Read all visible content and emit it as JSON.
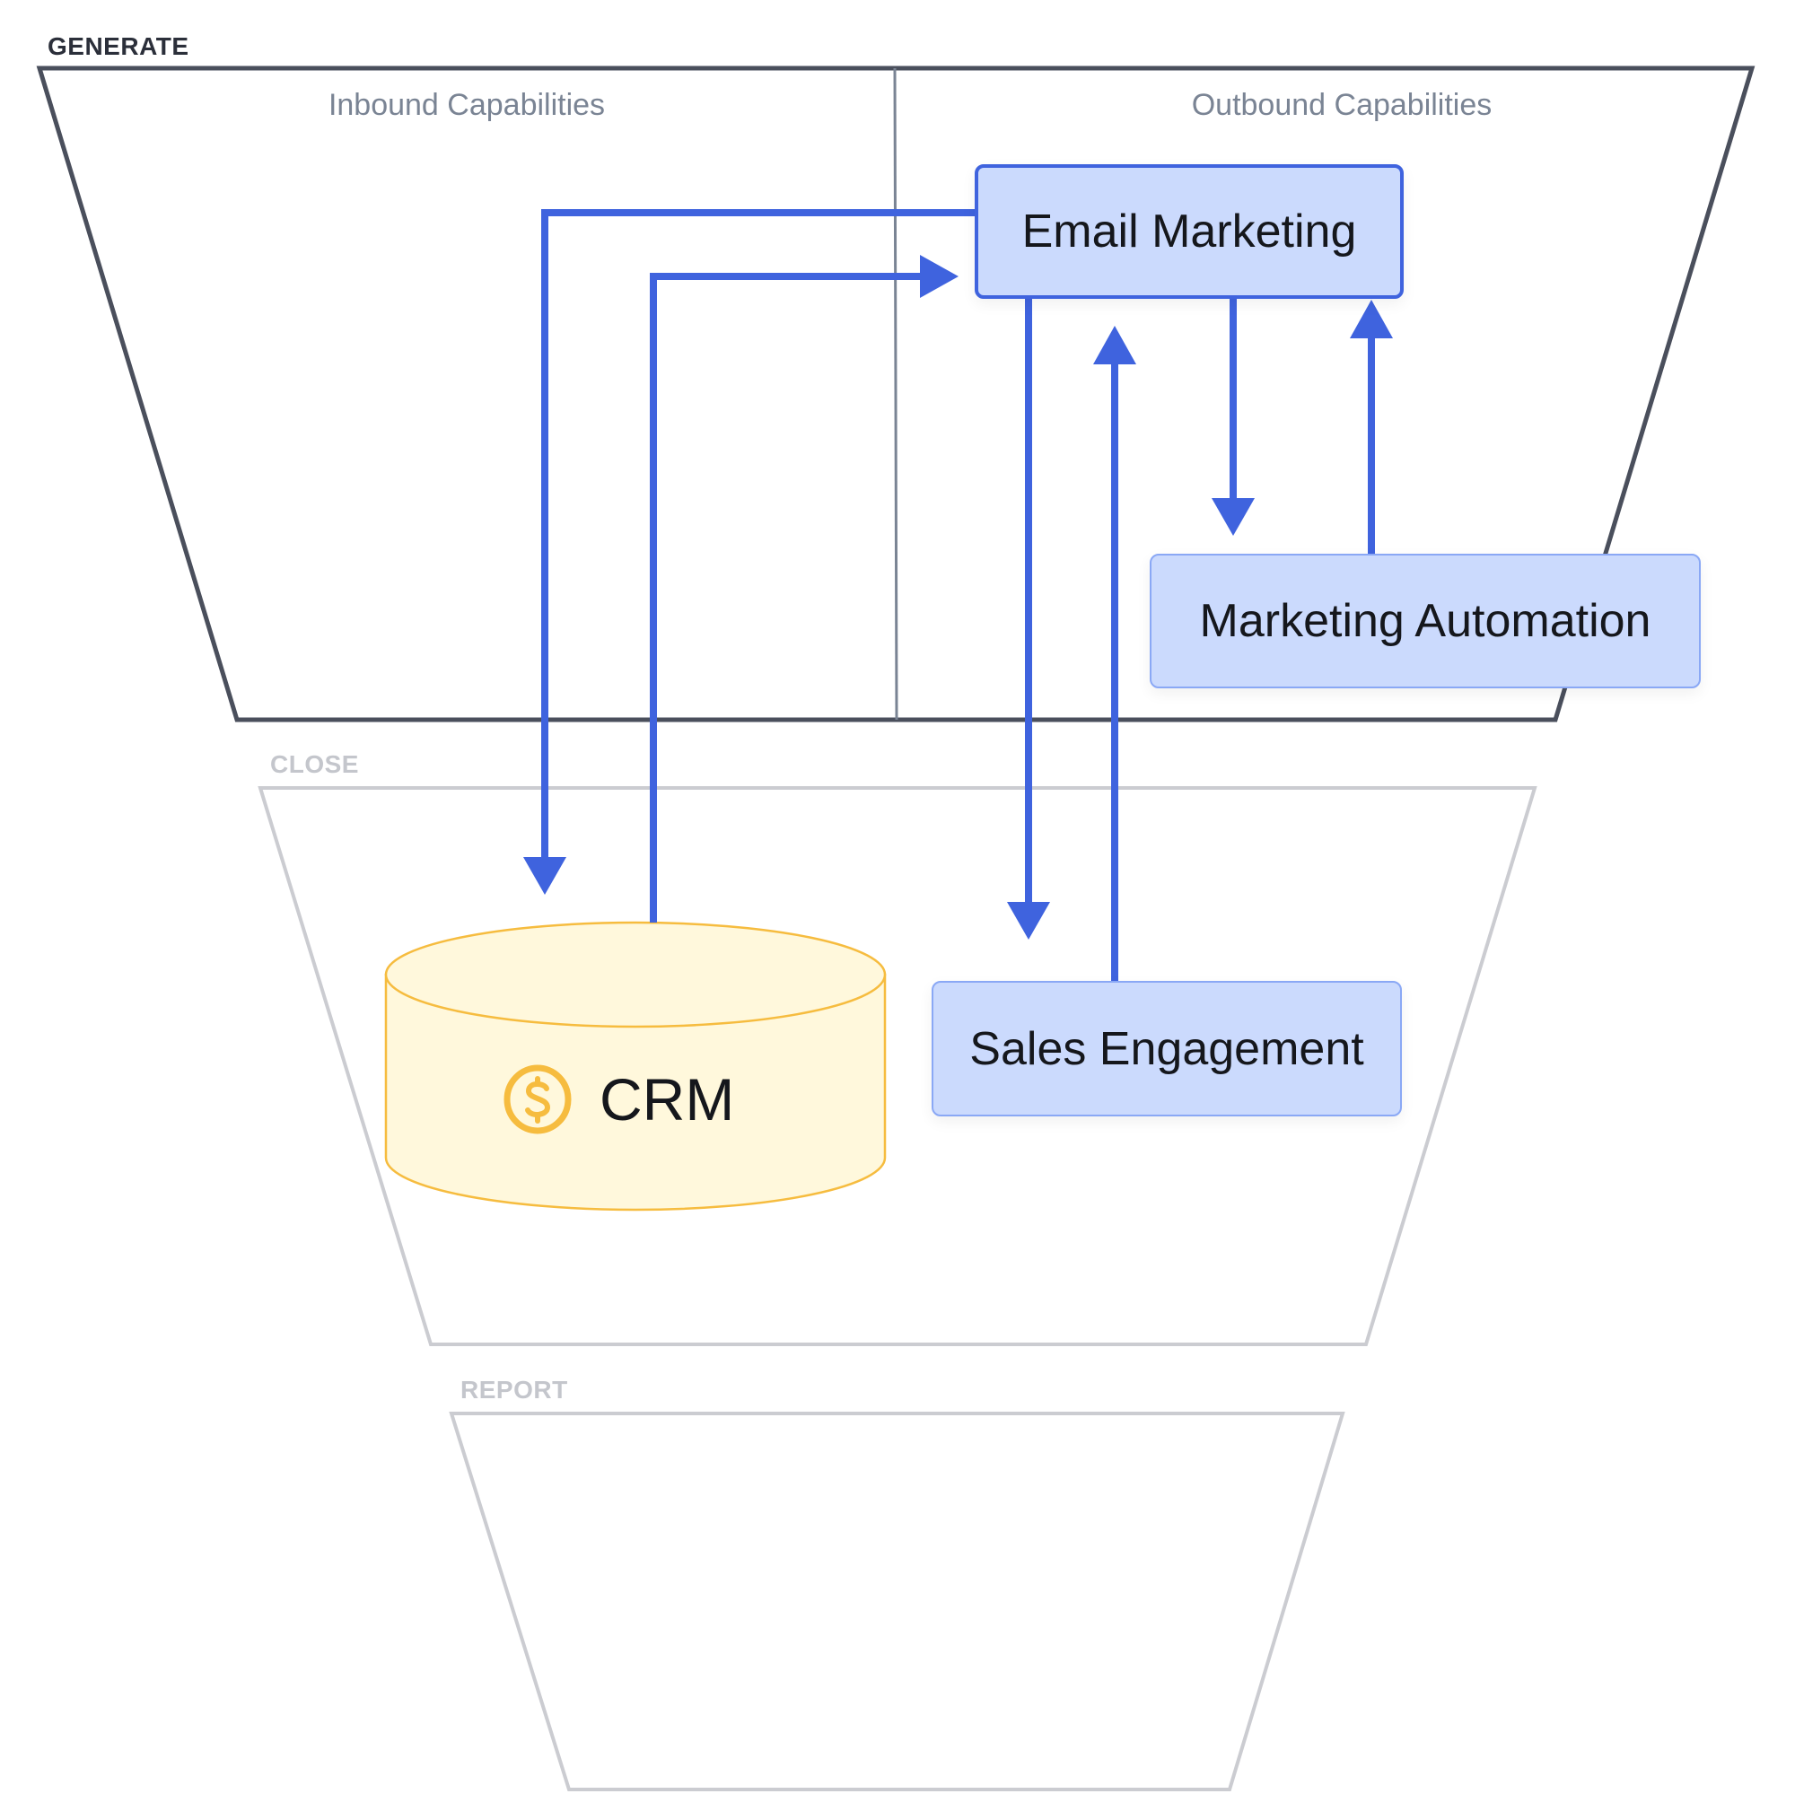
{
  "colors": {
    "active_outline": "#4a4f5c",
    "inactive_outline": "#cbccd1",
    "divider": "#7a8494",
    "arrow": "#3f63de",
    "node_fill": "#cbdafd",
    "node_border": "#8aa8f5",
    "crm_fill": "#fff8dc",
    "crm_border": "#f6bc3f",
    "coin": "#f6bc3f"
  },
  "stages": [
    {
      "label": "GENERATE",
      "state": "active"
    },
    {
      "label": "CLOSE",
      "state": "inactive"
    },
    {
      "label": "REPORT",
      "state": "inactive"
    }
  ],
  "sections": {
    "inbound": "Inbound Capabilities",
    "outbound": "Outbound Capabilities"
  },
  "nodes": {
    "email_marketing": {
      "label": "Email Marketing",
      "selected": true
    },
    "marketing_automation": {
      "label": "Marketing Automation"
    },
    "sales_engagement": {
      "label": "Sales Engagement"
    },
    "crm": {
      "label": "CRM",
      "icon": "dollar-coin-icon"
    }
  },
  "connections": [
    {
      "from": "Email Marketing",
      "to": "CRM"
    },
    {
      "from": "CRM",
      "to": "Email Marketing"
    },
    {
      "from": "Email Marketing",
      "to": "Sales Engagement"
    },
    {
      "from": "Sales Engagement",
      "to": "Email Marketing"
    },
    {
      "from": "Email Marketing",
      "to": "Marketing Automation"
    },
    {
      "from": "Marketing Automation",
      "to": "Email Marketing"
    }
  ]
}
